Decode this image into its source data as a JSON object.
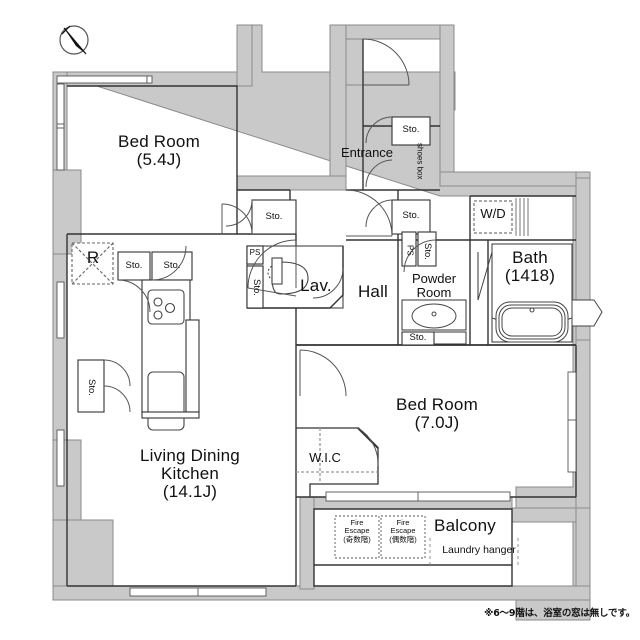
{
  "plan": {
    "type": "residential-floor-plan",
    "compass": "north-arrow",
    "footnote": "※6～9階は、浴室の窓は無しです。",
    "colors": {
      "wall": "#c9c9c9",
      "wall_stroke": "#8a8a8a",
      "line": "#333333",
      "thin_line": "#777777",
      "background": "#ffffff"
    }
  },
  "rooms": [
    {
      "id": "bedroom1",
      "name": "Bed Room",
      "size": "(5.4J)"
    },
    {
      "id": "bedroom2",
      "name": "Bed Room",
      "size": "(7.0J)"
    },
    {
      "id": "ldk",
      "name": "Living Dining Kitchen",
      "line1": "Living Dining",
      "line2": "Kitchen",
      "size": "(14.1J)"
    },
    {
      "id": "bath",
      "name": "Bath",
      "size": "(1418)"
    },
    {
      "id": "powder",
      "name": "Powder Room",
      "line1": "Powder",
      "line2": "Room"
    },
    {
      "id": "hall",
      "name": "Hall"
    },
    {
      "id": "lav",
      "name": "Lav."
    },
    {
      "id": "entrance",
      "name": "Entrance"
    },
    {
      "id": "wic",
      "name": "W.I.C"
    },
    {
      "id": "balcony",
      "name": "Balcony"
    }
  ],
  "fixtures": {
    "refrigerator": "R",
    "washer_dryer": "W/D",
    "shoes_box": "shoes box",
    "laundry_hanger": "Laundry hanger",
    "storage_label": "Sto.",
    "pipe_shaft_label": "PS",
    "fire_escape": {
      "line1": "Fire",
      "line2": "Escape",
      "odd": "(奇数階)",
      "even": "(偶数階)"
    }
  },
  "storages": [
    {
      "id": "sto-entrance-top",
      "label": "Sto."
    },
    {
      "id": "sto-entrance-bottom",
      "label": "Sto."
    },
    {
      "id": "sto-bedroom1",
      "label": "Sto."
    },
    {
      "id": "sto-kitchen-1",
      "label": "Sto."
    },
    {
      "id": "sto-kitchen-2",
      "label": "Sto."
    },
    {
      "id": "sto-ldk-west",
      "label": "Sto."
    },
    {
      "id": "sto-lav",
      "label": "Sto."
    },
    {
      "id": "sto-hall",
      "label": "Sto."
    },
    {
      "id": "sto-powder",
      "label": "Sto."
    }
  ],
  "pipe_shafts": [
    {
      "id": "ps-lav",
      "label": "PS"
    },
    {
      "id": "ps-powder",
      "label": "PS"
    }
  ]
}
